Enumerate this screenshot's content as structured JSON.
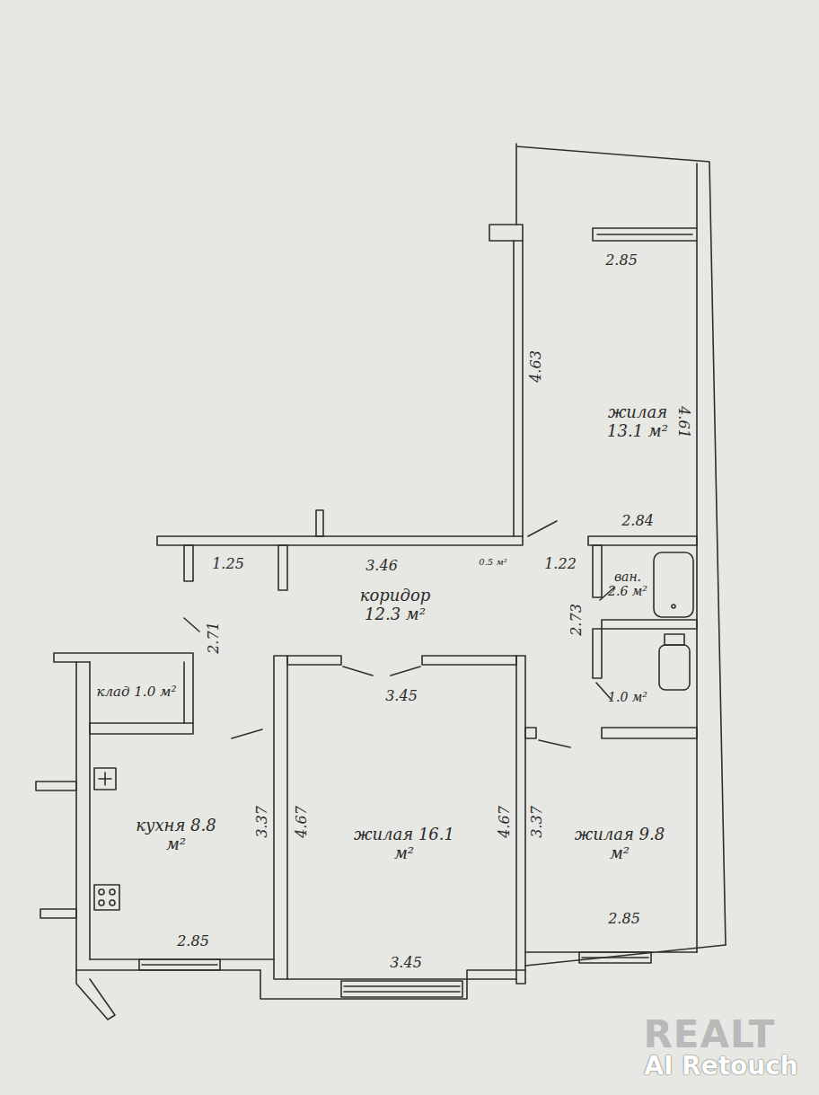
{
  "diagram": {
    "nodes": [
      {
        "text": [
          "жилая 13.1 м²"
        ]
      },
      {
        "text": [
          "коридор 12.3 м²"
        ]
      },
      {
        "text": [
          "0.5 м²"
        ],
        "in": 1
      },
      {
        "text": [
          "ван. 2.6 м²"
        ]
      },
      {
        "text": [
          "1.0 м²"
        ]
      },
      {
        "text": [
          "клад 1.0 м²"
        ]
      },
      {
        "text": [
          "кухня 8.8 м²"
        ]
      },
      {
        "text": [
          "жилая 16.1 м²"
        ]
      },
      {
        "text": [
          "жилая 9.8 м²"
        ]
      }
    ],
    "labels": [
      "2.85",
      "4.63",
      "4.61",
      "2.84",
      "1.25",
      "3.46",
      "1.22",
      "2.71",
      "2.73",
      "3.45",
      "4.67",
      "4.67",
      "3.37",
      "3.37",
      "2.85",
      "3.45",
      "2.85",
      "REALT",
      "AI Retouch"
    ]
  }
}
